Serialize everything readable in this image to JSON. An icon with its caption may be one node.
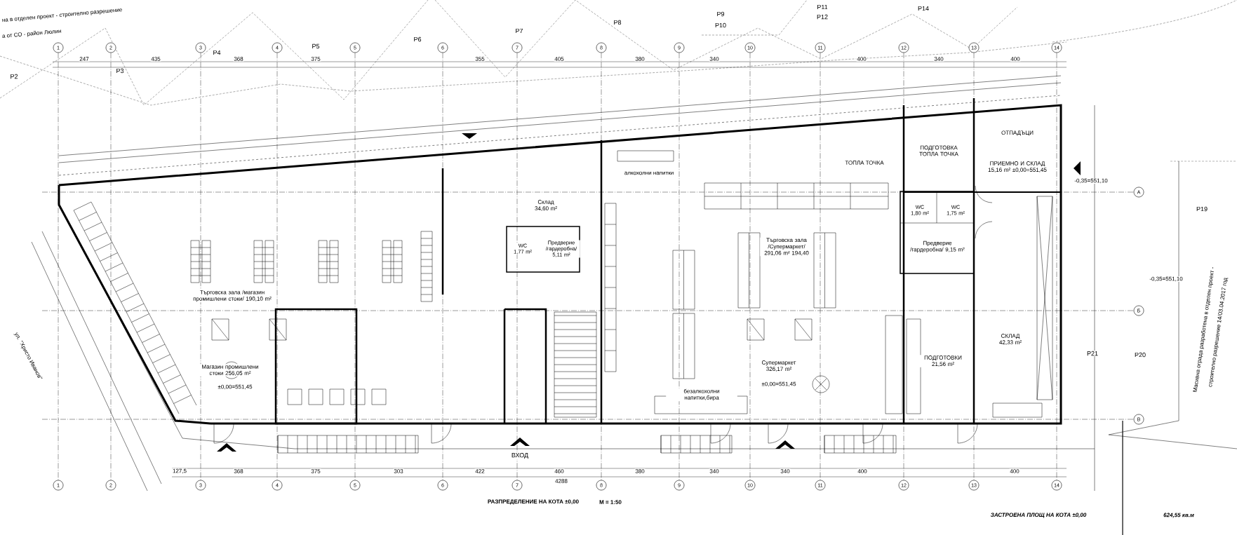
{
  "diagram": {
    "nodes": [
      {
        "text": [
          "1"
        ]
      },
      {
        "text": [
          "2"
        ]
      },
      {
        "text": [
          "3"
        ]
      },
      {
        "text": [
          "4"
        ]
      },
      {
        "text": [
          "5"
        ]
      },
      {
        "text": [
          "6"
        ]
      },
      {
        "text": [
          "7"
        ]
      },
      {
        "text": [
          "8"
        ]
      },
      {
        "text": [
          "9"
        ]
      },
      {
        "text": [
          "10"
        ]
      },
      {
        "text": [
          "11"
        ]
      },
      {
        "text": [
          "12"
        ]
      },
      {
        "text": [
          "13"
        ]
      },
      {
        "text": [
          "14"
        ]
      },
      {
        "text": [
          "1"
        ]
      },
      {
        "text": [
          "2"
        ]
      },
      {
        "text": [
          "3"
        ]
      },
      {
        "text": [
          "4"
        ]
      },
      {
        "text": [
          "5"
        ]
      },
      {
        "text": [
          "6"
        ]
      },
      {
        "text": [
          "7"
        ]
      },
      {
        "text": [
          "8"
        ]
      },
      {
        "text": [
          "9"
        ]
      },
      {
        "text": [
          "10"
        ]
      },
      {
        "text": [
          "11"
        ]
      },
      {
        "text": [
          "12"
        ]
      },
      {
        "text": [
          "13"
        ]
      },
      {
        "text": [
          "14"
        ]
      },
      {
        "text": [
          "А"
        ]
      },
      {
        "text": [
          "Б"
        ]
      },
      {
        "text": [
          "В"
        ]
      }
    ],
    "edges": [
      {
        "from": 0,
        "to": 14,
        "arrow": "none",
        "style": "dashed"
      },
      {
        "from": 1,
        "to": 15,
        "arrow": "none",
        "style": "dashed"
      },
      {
        "from": 2,
        "to": 16,
        "arrow": "none",
        "style": "dashed"
      },
      {
        "from": 3,
        "to": 17,
        "arrow": "none",
        "style": "dashed"
      },
      {
        "from": 4,
        "to": 18,
        "arrow": "none",
        "style": "dashed"
      },
      {
        "from": 5,
        "to": 19,
        "arrow": "none",
        "style": "dashed"
      },
      {
        "from": 6,
        "to": 20,
        "arrow": "none",
        "style": "dashed"
      },
      {
        "from": 7,
        "to": 21,
        "arrow": "none",
        "style": "dashed"
      },
      {
        "from": 8,
        "to": 22,
        "arrow": "none",
        "style": "dashed"
      },
      {
        "from": 9,
        "to": 23,
        "arrow": "none",
        "style": "dashed"
      },
      {
        "from": 10,
        "to": 24,
        "arrow": "none",
        "style": "dashed"
      },
      {
        "from": 11,
        "to": 25,
        "arrow": "none",
        "style": "dashed"
      },
      {
        "from": 12,
        "to": 26,
        "arrow": "none",
        "style": "dashed"
      },
      {
        "from": 13,
        "to": 27,
        "arrow": "none",
        "style": "dashed"
      },
      {
        "from": null,
        "to": 28,
        "arrow": "none",
        "style": "dashed"
      },
      {
        "from": null,
        "to": 29,
        "arrow": "none",
        "style": "dashed"
      },
      {
        "from": null,
        "to": 30,
        "arrow": "none",
        "style": "dashed"
      }
    ],
    "labels": [
      "на в отделен проект - строително разрешение",
      "а от СО - район Люлин",
      "P2",
      "P3",
      "P4",
      "P5",
      "P6",
      "P7",
      "P8",
      "P9",
      "P10",
      "P11",
      "P12",
      "P14",
      "P19",
      "P21",
      "P20",
      "247",
      "435",
      "368",
      "375",
      "355",
      "405",
      "380",
      "340",
      "400",
      "340",
      "400",
      "127,5",
      "368",
      "375",
      "303",
      "422",
      "460",
      "380",
      "340",
      "340",
      "400",
      "400",
      "4288",
      "Търговска зала /магазин промишлени стоки/ 190,10 m²",
      "Магазин промишлени стоки 256,05 m²",
      "±0,00=551,45",
      "Склад 34,60 m²",
      "WC 1,77 m²",
      "Предверие /гардеробна/ 5,11 m²",
      "ВХОД",
      "Търговска зала /Супермаркет/ 291,06 m² 194,40",
      "Супермаркет 326,17 m²",
      "±0,00=551,45",
      "алкохолни напитки",
      "безалкохолни напитки,бира",
      "ТОПЛА ТОЧКА",
      "ПОДГОТОВКА ТОПЛА ТОЧКА",
      "ОТПАДЪЦИ",
      "ПРИЕМНО И СКЛАД 15,16 m² ±0,00=551,45",
      "WC 1,80 m²",
      "WC 1,75 m²",
      "Предверие /гардеробна/ 9,15 m²",
      "ПОДГОТОВКИ 21,56 m²",
      "СКЛАД 42,33 m²",
      "-0,35=551,10",
      "-0,35=551,10",
      "ул. \"Христо Иванов\"",
      "Масивна ограда разработена в отделен проект -",
      "строително разрешение 14/03.04.2017 год",
      "РАЗПРЕДЕЛЕНИЕ НА КОТА ±0,00",
      "М = 1:50",
      "ЗАСТРОЕНА ПЛОЩ НА КОТА ±0,00",
      "624,55 кв.м"
    ]
  }
}
